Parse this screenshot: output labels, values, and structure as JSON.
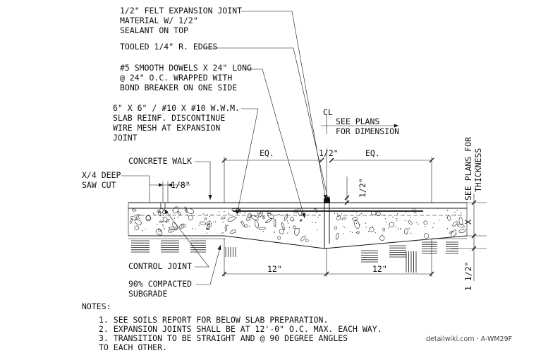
{
  "callouts": {
    "felt_joint": [
      "1/2\" FELT EXPANSION JOINT",
      "MATERIAL W/ 1/2\"",
      "SEALANT ON TOP"
    ],
    "tooled_edges": "TOOLED 1/4\" R. EDGES",
    "dowels": [
      "#5 SMOOTH DOWELS X 24\" LONG",
      "@ 24\" O.C. WRAPPED WITH",
      "BOND BREAKER ON ONE SIDE"
    ],
    "wwm": [
      "6\" X 6\" / #10 X #10 W.W.M.",
      "SLAB REINF. DISCONTINUE",
      "WIRE MESH AT EXPANSION",
      "JOINT"
    ],
    "concrete_walk": "CONCRETE WALK",
    "saw_cut": [
      "X/4 DEEP",
      "SAW CUT"
    ],
    "eighth": "1/8\"",
    "control_joint": "CONTROL JOINT",
    "subgrade": [
      "90% COMPACTED",
      "SUBGRADE"
    ],
    "cl": "CL",
    "see_plans_dim": [
      "SEE PLANS",
      "FOR DIMENSION"
    ],
    "see_plans_thk": [
      "SEE PLANS FOR",
      "THICKNESS"
    ]
  },
  "dimensions": {
    "eq_left": "EQ.",
    "eq_right": "EQ.",
    "half_top": "1/2\"",
    "half_side": "1/2\"",
    "twelve_left": "12\"",
    "twelve_right": "12\"",
    "x_thickness": "X",
    "one_half": "1 1/2\""
  },
  "notes": {
    "heading": "NOTES:",
    "items": [
      "1. SEE SOILS REPORT FOR BELOW SLAB PREPARATION.",
      "2. EXPANSION JOINTS SHALL BE AT 12'-0\" O.C. MAX. EACH WAY.",
      "3. TRANSITION TO BE STRAIGHT AND @ 90 DEGREE ANGLES"
    ],
    "item3_line2": "TO EACH OTHER."
  },
  "watermark": "detailwiki.com · A-WM29F"
}
